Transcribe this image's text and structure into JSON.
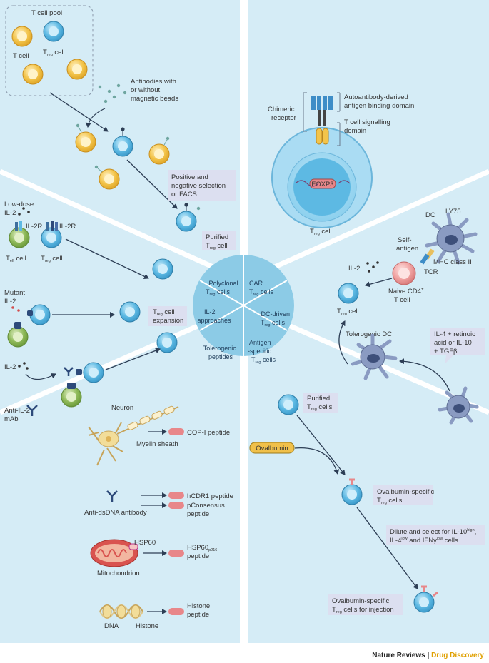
{
  "colors": {
    "panel_bg": "#d5ecf6",
    "center_disc": "#8ccbe6",
    "treg_cell": "#5db9e3",
    "teff_cell": "#f3c44a",
    "green_cell": "#8fba5a",
    "peptide": "#e8878a",
    "label_box": "#dcdff0",
    "foxp3": "#e8878a",
    "ovalbumin": "#f0c04a",
    "dc": "#8a9bc2"
  },
  "center": {
    "polyclonal": [
      "Polyclonal",
      "T",
      "reg",
      " cells"
    ],
    "car": [
      "CAR",
      "T",
      "reg",
      " cells"
    ],
    "il2": [
      "IL-2",
      "approaches"
    ],
    "dc_driven": [
      "DC-driven",
      "T",
      "reg",
      " cells"
    ],
    "tolerogenic": [
      "Tolerogenic",
      "peptides"
    ],
    "antigen_specific": [
      "Antigen",
      "-specific",
      "T",
      "reg",
      " cells"
    ]
  },
  "polyclonal": {
    "pool_title": "T cell pool",
    "t_cell": "T cell",
    "treg_cell": [
      "T",
      "reg",
      " cell"
    ],
    "antibodies": [
      "Antibodies with",
      "or without",
      "magnetic beads"
    ],
    "selection": [
      "Positive and",
      "negative selection",
      "or FACS"
    ],
    "purified": [
      "Purified",
      "T",
      "reg",
      " cell"
    ]
  },
  "il2": {
    "low_dose": [
      "Low-dose",
      "IL-2"
    ],
    "il2r_1": "IL-2R",
    "il2r_2": "IL-2R",
    "teff_cell": [
      "T",
      "eff",
      " cell"
    ],
    "treg_cell": [
      "T",
      "reg",
      " cell"
    ],
    "mutant": [
      "Mutant",
      "IL-2"
    ],
    "expansion": [
      "T",
      "reg",
      " cell",
      "expansion"
    ],
    "il2": "IL-2",
    "anti_il2": [
      "Anti-IL-2",
      "mAb"
    ]
  },
  "peptides": {
    "neuron": "Neuron",
    "myelin": "Myelin sheath",
    "cop1": "COP-I peptide",
    "anti_dsdna": "Anti-dsDNA antibody",
    "hcdr1": "hCDR1 peptide",
    "pconsensus": [
      "pConsensus",
      "peptide"
    ],
    "hsp60": "HSP60",
    "mito": "Mitochondrion",
    "hsp60_pep": [
      "HSP60",
      "p216",
      "peptide"
    ],
    "dna": "DNA",
    "histone": "Histone",
    "histone_pep": [
      "Histone",
      "peptide"
    ]
  },
  "car": {
    "chimeric": [
      "Chimeric",
      "receptor"
    ],
    "auto": [
      "Autoantibody-derived",
      "antigen binding domain"
    ],
    "signal": [
      "T cell signalling",
      "domain"
    ],
    "foxp3": "FOXP3",
    "treg_cell": [
      "T",
      "reg",
      " cell"
    ]
  },
  "dc": {
    "dc": "DC",
    "ly75": "LY75",
    "self_antigen": [
      "Self-",
      "antigen"
    ],
    "mhc": "MHC class II",
    "tcr": "TCR",
    "il2": "IL-2",
    "naive": [
      "Naive CD4",
      "+",
      "T cell"
    ],
    "treg_cell": [
      "T",
      "reg",
      " cell"
    ],
    "tolerogenic_dc": "Tolerogenic DC",
    "cytokines": [
      "IL-4 + retinoic",
      "acid or IL-10",
      "+ TGFβ"
    ]
  },
  "antigen": {
    "purified": [
      "Purified",
      "T",
      "reg",
      " cells"
    ],
    "ovalbumin": "Ovalbumin",
    "ova_specific": [
      "Ovalbumin-specific",
      "T",
      "reg",
      " cells"
    ],
    "dilute": [
      "Dilute and select for IL-10",
      "high",
      ",",
      "IL-4",
      "low",
      " and IFNγ",
      "low",
      " cells"
    ],
    "injection": [
      "Ovalbumin-specific",
      "T",
      "reg",
      " cells for injection"
    ]
  },
  "footer": {
    "journal": "Nature Reviews",
    "sep": " | ",
    "section": "Drug Discovery"
  }
}
